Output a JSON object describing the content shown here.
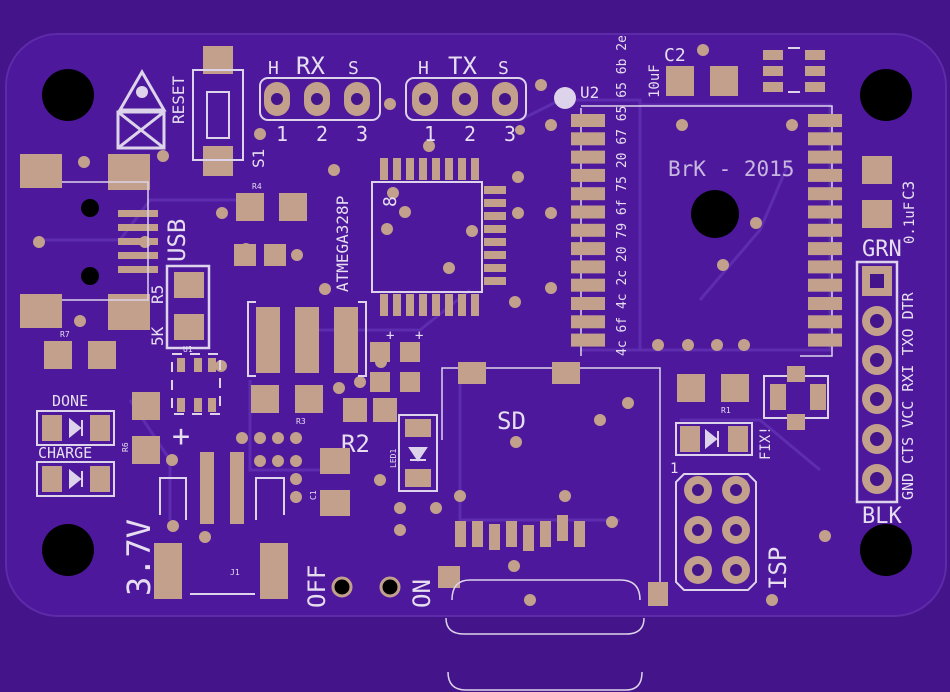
{
  "colors": {
    "background": "#44148a",
    "board": "#4d189c",
    "pad": "#c2a08c",
    "silk": "#e6def0",
    "hole": "#000000"
  },
  "board": {
    "credit": "BrK - 2015",
    "mcu_label": "ATMEGA328P",
    "mcu_pin1_marker": "8",
    "module_label": "U2",
    "reset_label": "RESET",
    "switch_label": "S1",
    "usb_label": "USB",
    "sd_label": "SD",
    "isp_label": "ISP",
    "isp_pin1": "1",
    "battery_label": "3.7V",
    "off_label": "OFF",
    "on_label": "ON",
    "done_label": "DONE",
    "charge_label": "CHARGE",
    "fix_label": "FIX!",
    "plus_label": "+",
    "grn_label": "GRN",
    "blk_label": "BLK",
    "ftdi_pins": "GND CTS VCC RXI TXO DTR",
    "module_code": "4c 6f 4c 2c 20 79 6f 75 20 67 65 65 6b 2e",
    "cap_c2_label": "C2",
    "cap_c2_value": "10uF",
    "cap_c3_label": "C3",
    "cap_c3_value": "0.1uF",
    "r5_label": "R5",
    "r5_value": "5K",
    "r2_label": "R2",
    "r1_label": "R1",
    "r3_label": "R3",
    "r4_label": "R4",
    "r6_label": "R6",
    "r7_label": "R7",
    "c1_label": "C1",
    "u1_label": "U1",
    "led1_label": "LED1",
    "j1_label": "J1",
    "rx": {
      "title": "RX",
      "h": "H",
      "s": "S",
      "pins": [
        "1",
        "2",
        "3"
      ]
    },
    "tx": {
      "title": "TX",
      "h": "H",
      "s": "S",
      "pins": [
        "1",
        "2",
        "3"
      ]
    }
  }
}
